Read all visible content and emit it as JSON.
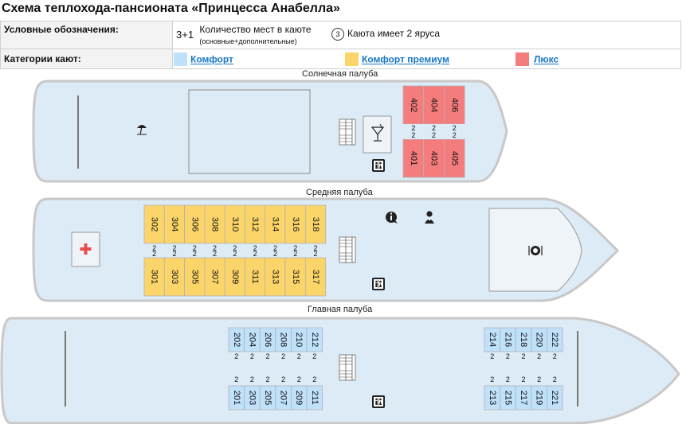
{
  "title": "Схема теплохода-пансионата «Принцесса Анабелла»",
  "legend": {
    "label_symbols": "Условные обозначения:",
    "label_categories": "Категории кают:",
    "places_number": "3+1",
    "places_text": "Количество мест в каюте",
    "places_sub": "(основные+дополнительные)",
    "tier_num": "3",
    "tier_text": "Каюта имеет 2 яруса",
    "categories": [
      {
        "name": "Комфорт",
        "color": "#bfe1fa"
      },
      {
        "name": "Комфорт премиум",
        "color": "#fbd56a"
      },
      {
        "name": "Люкс",
        "color": "#f47c7c"
      }
    ]
  },
  "decks": {
    "sun": {
      "title": "Солнечная палуба",
      "top": [
        "402",
        "404",
        "406"
      ],
      "bottom": [
        "401",
        "403",
        "405"
      ],
      "places": [
        "2",
        "2",
        "2"
      ]
    },
    "middle": {
      "title": "Средняя палуба",
      "top": [
        "302",
        "304",
        "306",
        "308",
        "310",
        "312",
        "314",
        "316",
        "318"
      ],
      "bottom": [
        "301",
        "303",
        "305",
        "307",
        "309",
        "311",
        "313",
        "315",
        "317"
      ],
      "places_top": [
        "2",
        "2",
        "2",
        "2",
        "2",
        "2",
        "2",
        "2",
        "2"
      ],
      "places_bottom": [
        "2",
        "2",
        "2",
        "2",
        "2",
        "2",
        "2",
        "2",
        "2"
      ]
    },
    "main": {
      "title": "Главная палуба",
      "left_top": [
        "202",
        "204",
        "206",
        "208",
        "210",
        "212"
      ],
      "left_bottom": [
        "201",
        "203",
        "205",
        "207",
        "209",
        "211"
      ],
      "right_top": [
        "214",
        "216",
        "218",
        "220",
        "222"
      ],
      "right_bottom": [
        "213",
        "215",
        "217",
        "219",
        "221"
      ],
      "places": "2"
    }
  },
  "colors": {
    "hull": "#dcebf6",
    "hull_stroke": "#c8c8c8",
    "comfort": "#bfe1fa",
    "premium": "#fbd56a",
    "lux": "#f47c7c",
    "medical": "#e84c4c"
  },
  "icons": [
    "beach-umbrella-icon",
    "cocktail-bar-icon",
    "toilet-icon",
    "info-icon",
    "reception-icon",
    "medical-cross-icon",
    "restaurant-icon",
    "stairs-icon"
  ]
}
